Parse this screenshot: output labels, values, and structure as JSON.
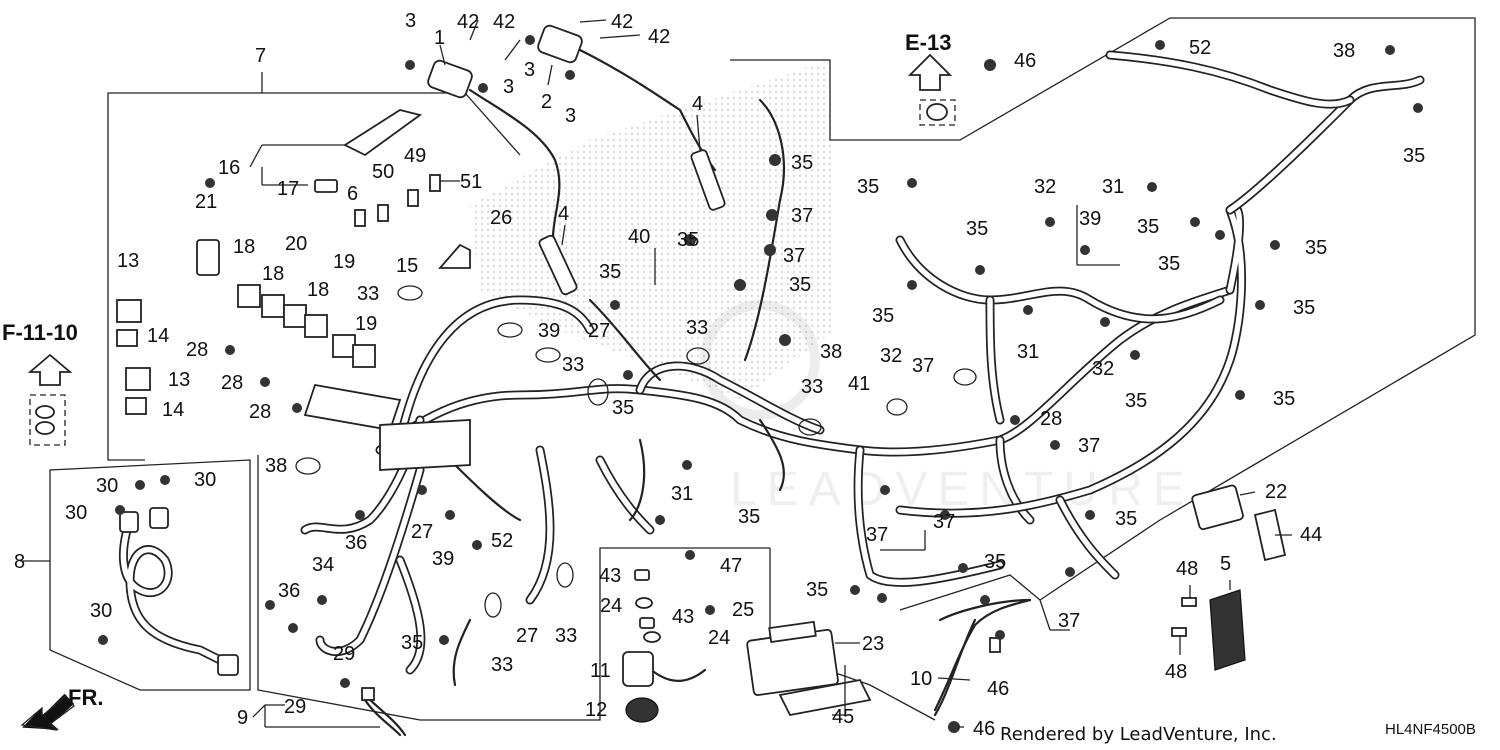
{
  "diagram": {
    "ref_labels": [
      "E-13",
      "F-11-10"
    ],
    "front_arrow": "FR.",
    "watermark": "LEADVENTURE",
    "footer": {
      "rendered_by": "Rendered by LeadVenture, Inc.",
      "code": "HL4NF4500B"
    },
    "callouts": [
      "1",
      "2",
      "3",
      "4",
      "5",
      "6",
      "7",
      "8",
      "9",
      "10",
      "11",
      "12",
      "13",
      "14",
      "15",
      "16",
      "17",
      "18",
      "19",
      "20",
      "21",
      "22",
      "23",
      "24",
      "25",
      "26",
      "27",
      "28",
      "29",
      "30",
      "31",
      "32",
      "33",
      "34",
      "35",
      "36",
      "37",
      "38",
      "39",
      "40",
      "41",
      "42",
      "43",
      "44",
      "45",
      "46",
      "47",
      "48",
      "49",
      "50",
      "51",
      "52"
    ]
  }
}
